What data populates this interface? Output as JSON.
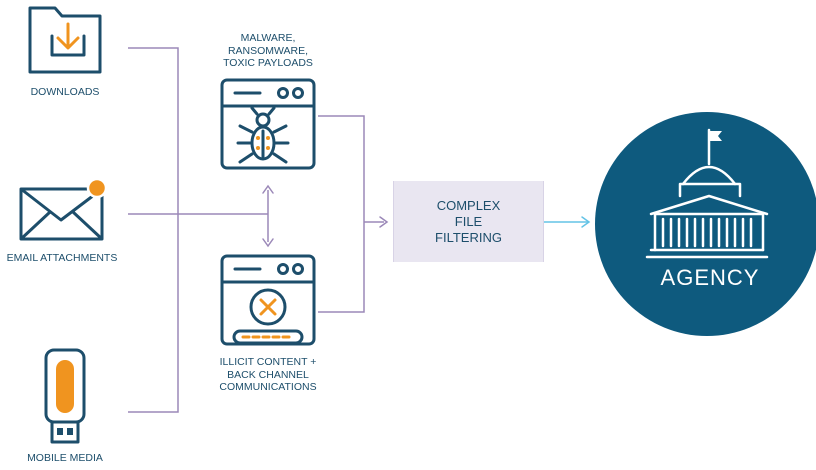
{
  "sources": {
    "downloads": "DOWNLOADS",
    "email": "EMAIL ATTACHMENTS",
    "mobile": "MOBILE MEDIA"
  },
  "threats": {
    "malware": [
      "MALWARE,",
      "RANSOMWARE,",
      "TOXIC PAYLOADS"
    ],
    "illicit": [
      "ILLICIT CONTENT +",
      "BACK CHANNEL",
      "COMMUNICATIONS"
    ]
  },
  "filter": [
    "COMPLEX",
    "FILE",
    "FILTERING"
  ],
  "destination": "AGENCY",
  "colors": {
    "navy": "#1d4e6b",
    "orange": "#f0941f",
    "purple_line": "#9b88b8",
    "cyan_arrow": "#63c3e6",
    "agency_circle": "#0e5a7e",
    "filter_box": "#e9e6f1"
  },
  "icons": [
    "download-folder-icon",
    "email-envelope-icon",
    "usb-drive-icon",
    "bug-window-icon",
    "blocked-window-icon",
    "capitol-building-icon",
    "flag-icon"
  ]
}
